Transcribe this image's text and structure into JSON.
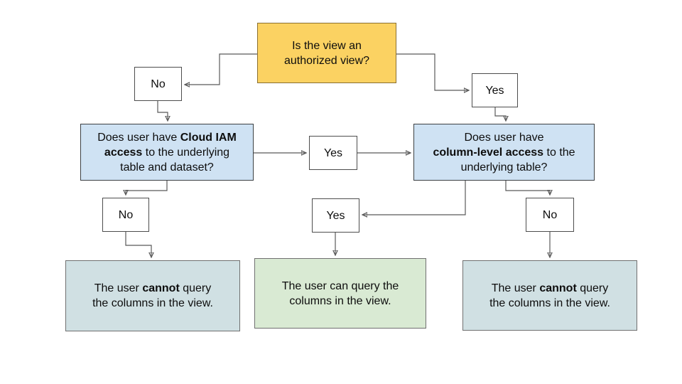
{
  "diagram": {
    "kind": "flowchart",
    "colors": {
      "background": "#FFFFFF",
      "question_yellow_fill": "#FBD262",
      "question_blue_fill": "#CFE2F3",
      "outcome_cyan_fill": "#D0E0E3",
      "outcome_green_fill": "#D9EAD3",
      "decision_box_fill": "#FFFFFF",
      "connector_line": "#595959",
      "text": "#0D0D0D"
    },
    "nodes": {
      "start": {
        "lines": [
          [
            {
              "t": "Is the view an"
            }
          ],
          [
            {
              "t": "authorized view?"
            }
          ]
        ]
      },
      "branch_no_top": {
        "label": "No"
      },
      "branch_yes_top": {
        "label": "Yes"
      },
      "iam_question": {
        "lines": [
          [
            {
              "t": "Does user have "
            },
            {
              "t": "Cloud IAM",
              "b": true
            }
          ],
          [
            {
              "t": "access",
              "b": true
            },
            {
              "t": " to the underlying"
            }
          ],
          [
            {
              "t": "table and dataset?"
            }
          ]
        ]
      },
      "branch_yes_middle": {
        "label": "Yes"
      },
      "column_question": {
        "lines": [
          [
            {
              "t": "Does user have"
            }
          ],
          [
            {
              "t": "column-level access",
              "b": true
            },
            {
              "t": " to the"
            }
          ],
          [
            {
              "t": "underlying table?"
            }
          ]
        ]
      },
      "branch_no_iam": {
        "label": "No"
      },
      "branch_yes_column": {
        "label": "Yes"
      },
      "branch_no_column": {
        "label": "No"
      },
      "outcome_cannot_left": {
        "lines": [
          [
            {
              "t": "The user "
            },
            {
              "t": "cannot",
              "b": true
            },
            {
              "t": " query"
            }
          ],
          [
            {
              "t": "the columns in the view."
            }
          ]
        ]
      },
      "outcome_can": {
        "lines": [
          [
            {
              "t": "The user can query the"
            }
          ],
          [
            {
              "t": "columns in the view."
            }
          ]
        ]
      },
      "outcome_cannot_right": {
        "lines": [
          [
            {
              "t": "The user "
            },
            {
              "t": "cannot",
              "b": true
            },
            {
              "t": " query"
            }
          ],
          [
            {
              "t": "the columns in the view."
            }
          ]
        ]
      }
    }
  }
}
